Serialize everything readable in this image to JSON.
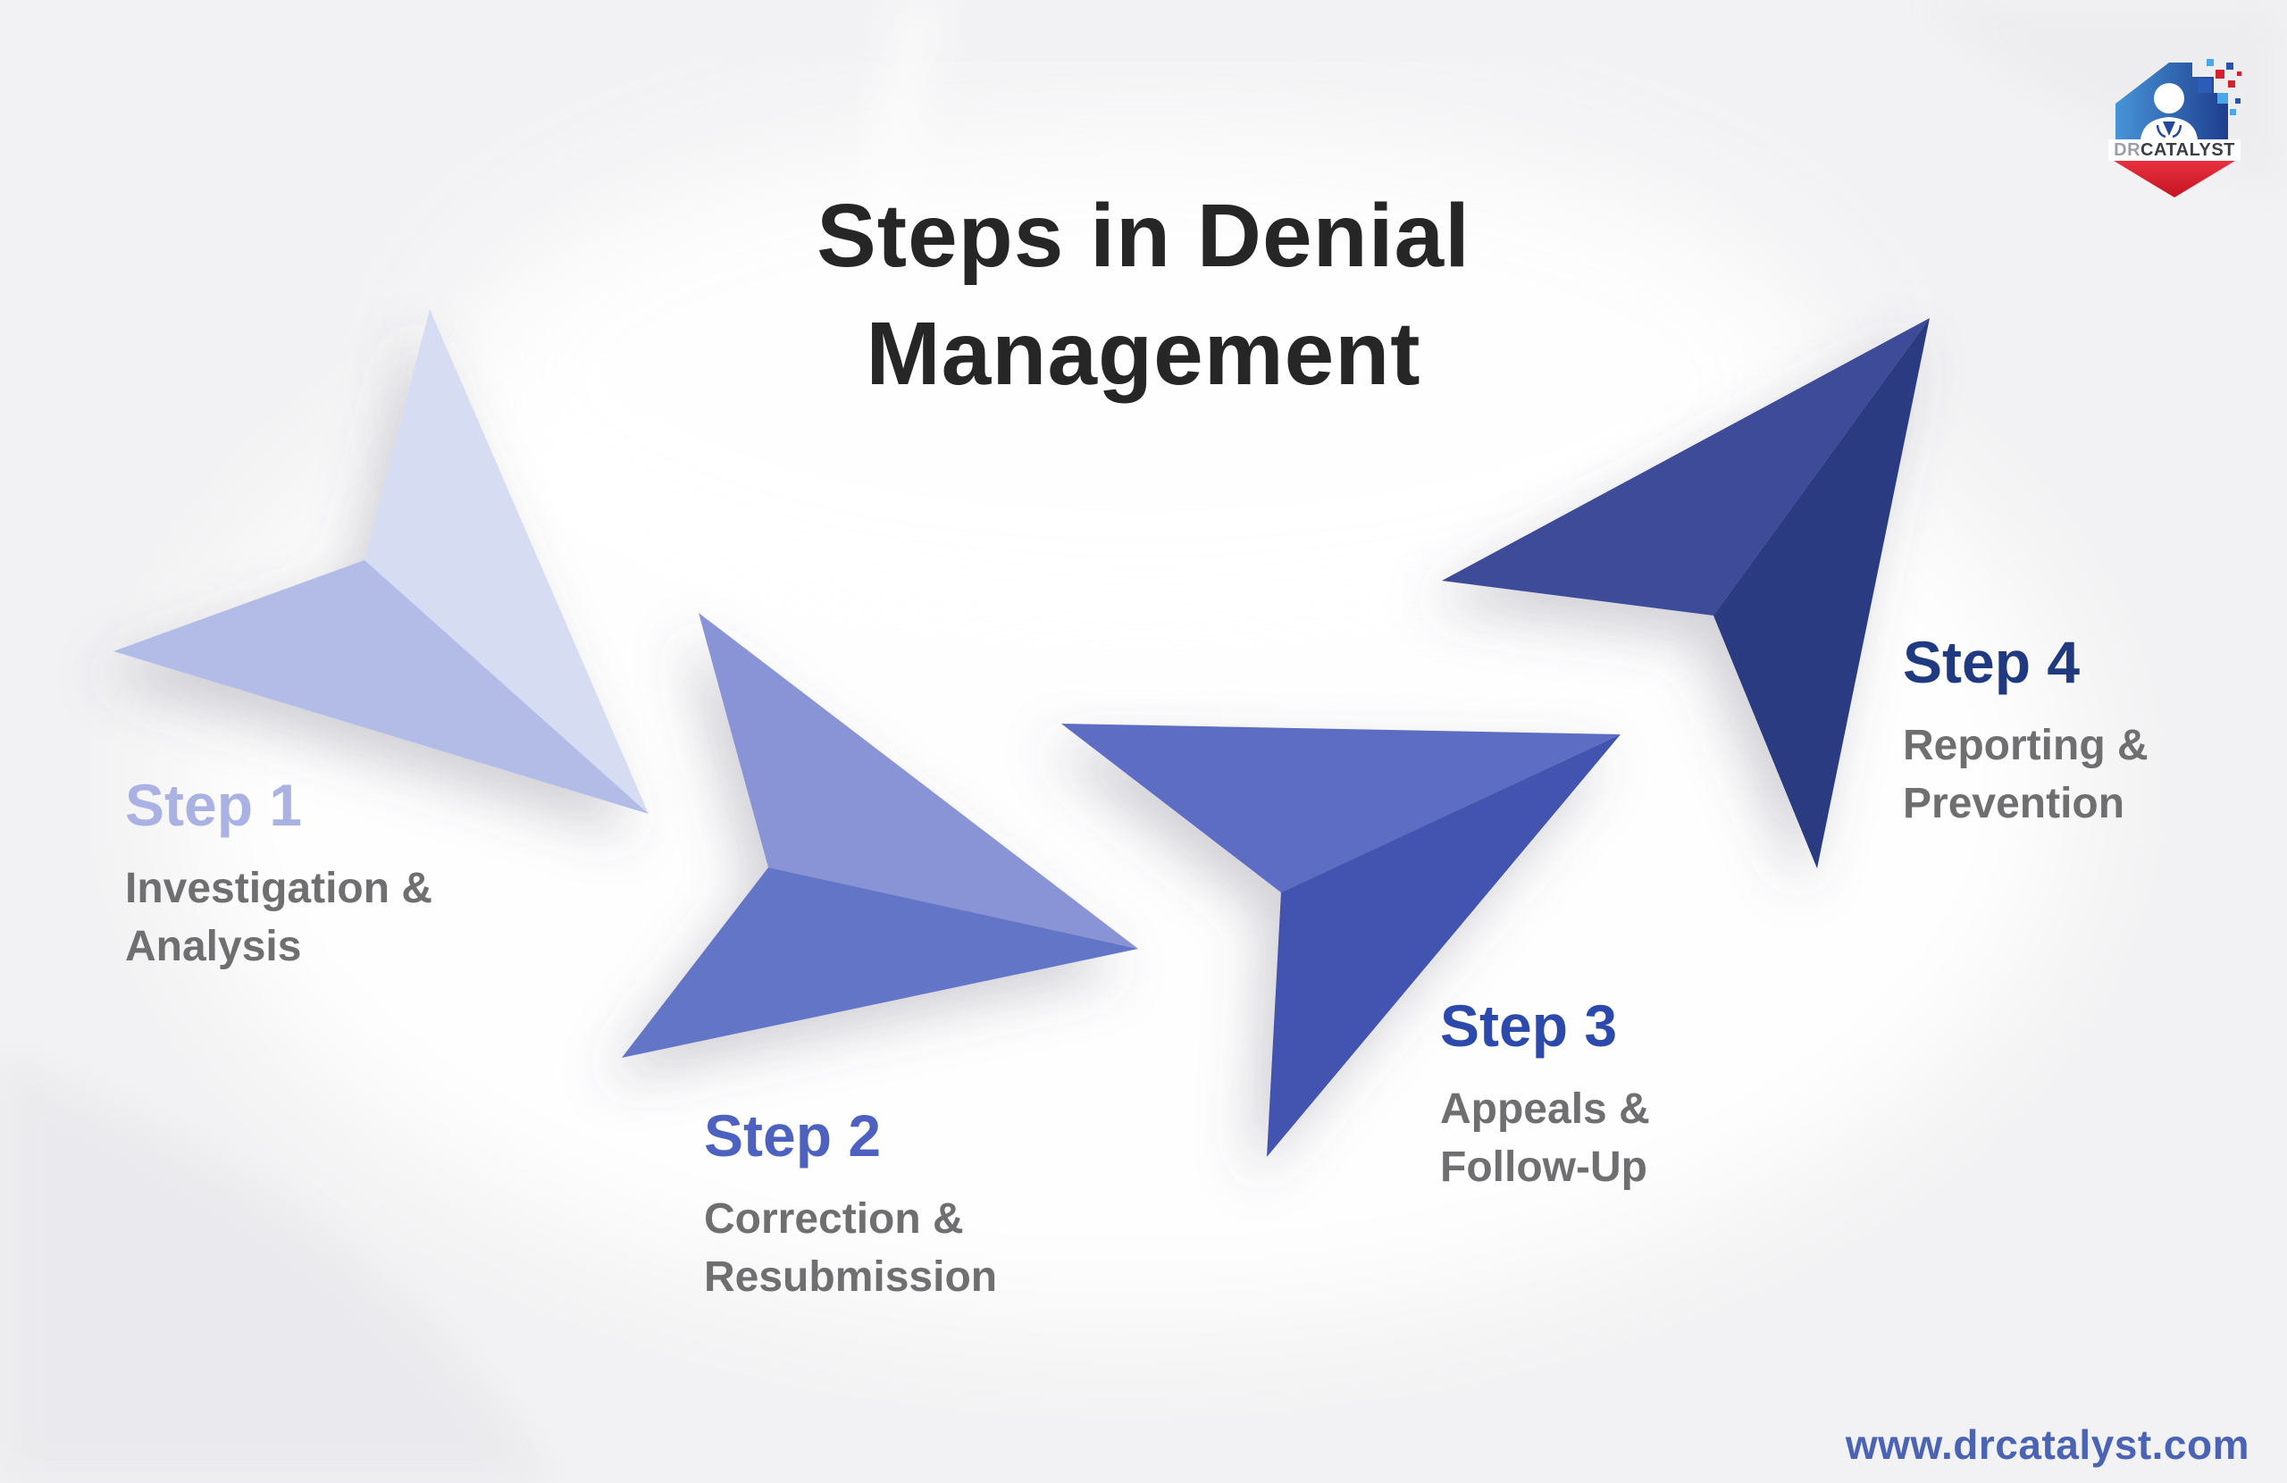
{
  "title": {
    "line1": "Steps in Denial",
    "line2": "Management"
  },
  "steps": [
    {
      "label": "Step 1",
      "description_line1": "Investigation &",
      "description_line2": "Analysis"
    },
    {
      "label": "Step 2",
      "description_line1": "Correction &",
      "description_line2": "Resubmission"
    },
    {
      "label": "Step 3",
      "description_line1": "Appeals &",
      "description_line2": "Follow-Up"
    },
    {
      "label": "Step 4",
      "description_line1": "Reporting &",
      "description_line2": "Prevention"
    }
  ],
  "footer": {
    "website": "www.drcatalyst.com"
  },
  "logo": {
    "brand_prefix": "DR",
    "brand_suffix": "CATALYST"
  },
  "colors": {
    "background": "#f2f2f4",
    "title_text": "#262626",
    "subtitle_text": "#6f6f71",
    "step1_label": "#a9b2e2",
    "step2_label": "#4d61c1",
    "step3_label": "#2c49ac",
    "step4_label": "#1f3a80",
    "arrow1_light": "#d6dcf2",
    "arrow1_dark": "#b2bce6",
    "arrow2_light": "#8894d5",
    "arrow2_dark": "#6474c6",
    "arrow3_light": "#5c6dc3",
    "arrow3_dark": "#4253b0",
    "arrow4_light": "#3c4c99",
    "arrow4_dark": "#2c3b81",
    "website_text": "#4a63b5",
    "logo_blue_light": "#4794d8",
    "logo_blue_dark": "#1e3e8e",
    "logo_red": "#d6202f",
    "logo_text_gray": "#9aa0a8",
    "logo_text_dark": "#3a3f46"
  }
}
